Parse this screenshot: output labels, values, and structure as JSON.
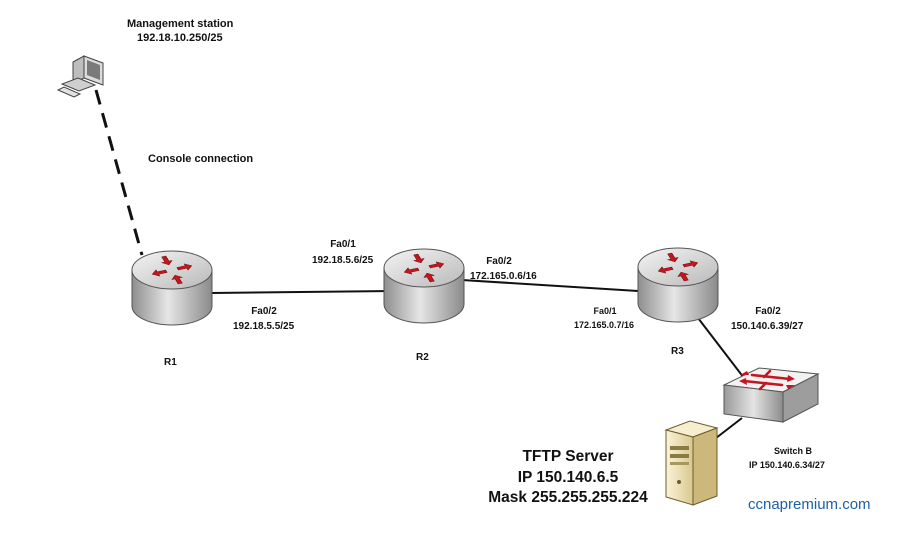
{
  "management_station": {
    "title": "Management station",
    "ip": "192.18.10.250/25"
  },
  "console_label": "Console connection",
  "r1": {
    "name": "R1",
    "port": "Fa0/2",
    "ip": "192.18.5.5/25"
  },
  "r2": {
    "name": "R2",
    "port_left": "Fa0/1",
    "ip_left": "192.18.5.6/25",
    "port_right": "Fa0/2",
    "ip_right": "172.165.0.6/16"
  },
  "r3": {
    "name": "R3",
    "port_left": "Fa0/1",
    "ip_left": "172.165.0.7/16",
    "port_right": "Fa0/2",
    "ip_right": "150.140.6.39/27"
  },
  "switch": {
    "name": "Switch B",
    "ip": "IP 150.140.6.34/27"
  },
  "tftp": {
    "title": "TFTP Server",
    "ip": "IP 150.140.6.5",
    "mask": "Mask 255.255.255.224"
  },
  "watermark": "ccnapremium.com",
  "colors": {
    "router_body": "#c9c9c9",
    "arrow_red": "#c8141e",
    "switch_body": "#d2d2d2",
    "server_body": "#e9dcb2",
    "watermark": "#1e5fa8"
  }
}
